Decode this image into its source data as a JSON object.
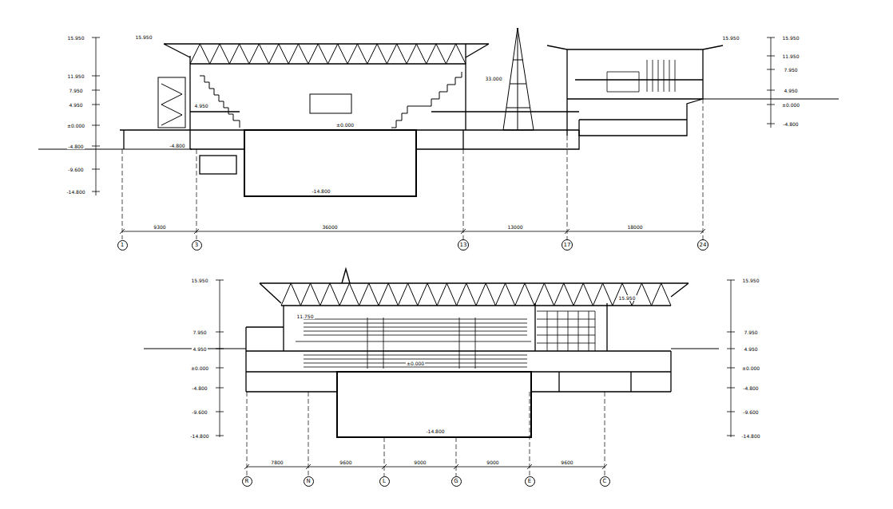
{
  "diagram": {
    "nodes": [
      {
        "text": [
          "1"
        ]
      },
      {
        "text": [
          "3"
        ]
      },
      {
        "text": [
          "13"
        ]
      },
      {
        "text": [
          "17"
        ]
      },
      {
        "text": [
          "24"
        ]
      },
      {
        "text": [
          "R"
        ]
      },
      {
        "text": [
          "N"
        ]
      },
      {
        "text": [
          "L"
        ]
      },
      {
        "text": [
          "G"
        ]
      },
      {
        "text": [
          "E"
        ]
      },
      {
        "text": [
          "C"
        ]
      }
    ],
    "labels": [
      "15.950",
      "11.950",
      "7.950",
      "4.950",
      "±0.000",
      "-4.800",
      "-9.600",
      "-14.800",
      "15.950",
      "4.950",
      "±0.000",
      "-14.800",
      "-4.800",
      "33.000",
      "15.950",
      "15.950",
      "11.950",
      "7.950",
      "4.950",
      "±0.000",
      "-4.800",
      "9300",
      "36000",
      "13000",
      "18000",
      "15.950",
      "7.950",
      "4.950",
      "±0.000",
      "-4.800",
      "-9.600",
      "-14.800",
      "11.750",
      "±0.000",
      "-14.800",
      "15.950",
      "15.950",
      "7.950",
      "4.950",
      "±0.000",
      "-4.800",
      "-9.600",
      "-14.800",
      "7800",
      "9600",
      "9000",
      "9000",
      "9600"
    ]
  }
}
